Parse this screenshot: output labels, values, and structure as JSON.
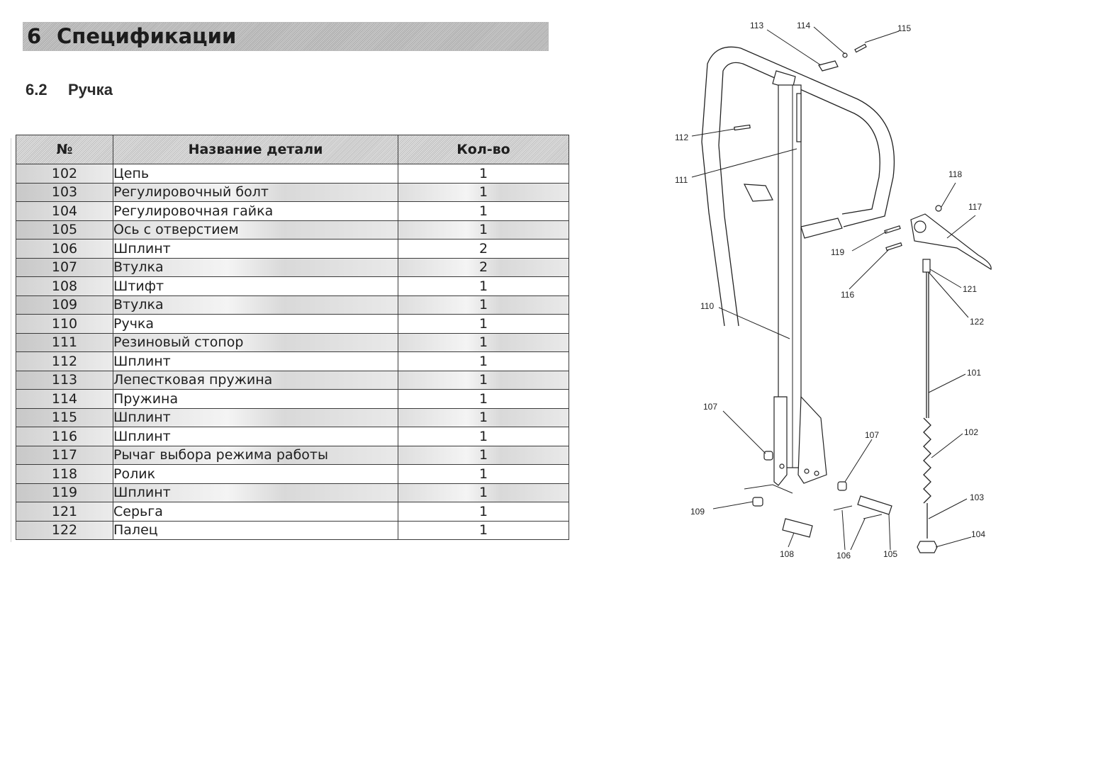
{
  "section": {
    "number": "6",
    "title": "Спецификации"
  },
  "subsection": {
    "number": "6.2",
    "title": "Ручка"
  },
  "table": {
    "headers": [
      "№",
      "Название детали",
      "Кол-во"
    ],
    "rows": [
      {
        "no": "102",
        "name": "Цепь",
        "qty": "1"
      },
      {
        "no": "103",
        "name": "Регулировочный болт",
        "qty": "1"
      },
      {
        "no": "104",
        "name": "Регулировочная гайка",
        "qty": "1"
      },
      {
        "no": "105",
        "name": "Ось с отверстием",
        "qty": "1"
      },
      {
        "no": "106",
        "name": "Шплинт",
        "qty": "2"
      },
      {
        "no": "107",
        "name": "Втулка",
        "qty": "2"
      },
      {
        "no": "108",
        "name": "Штифт",
        "qty": "1"
      },
      {
        "no": "109",
        "name": "Втулка",
        "qty": "1"
      },
      {
        "no": "110",
        "name": "Ручка",
        "qty": "1"
      },
      {
        "no": "111",
        "name": "Резиновый стопор",
        "qty": "1"
      },
      {
        "no": "112",
        "name": "Шплинт",
        "qty": "1"
      },
      {
        "no": "113",
        "name": "Лепестковая пружина",
        "qty": "1"
      },
      {
        "no": "114",
        "name": "Пружина",
        "qty": "1"
      },
      {
        "no": "115",
        "name": "Шплинт",
        "qty": "1"
      },
      {
        "no": "116",
        "name": "Шплинт",
        "qty": "1"
      },
      {
        "no": "117",
        "name": "Рычаг выбора режима работы",
        "qty": "1"
      },
      {
        "no": "118",
        "name": "Ролик",
        "qty": "1"
      },
      {
        "no": "119",
        "name": "Шплинт",
        "qty": "1"
      },
      {
        "no": "121",
        "name": "Серьга",
        "qty": "1"
      },
      {
        "no": "122",
        "name": "Палец",
        "qty": "1"
      }
    ]
  },
  "diagram": {
    "labels": {
      "l113": "113",
      "l114": "114",
      "l115": "115",
      "l112": "112",
      "l111": "111",
      "l118": "118",
      "l117": "117",
      "l119": "119",
      "l116": "116",
      "l121": "121",
      "l122": "122",
      "l110": "110",
      "l101": "101",
      "l107a": "107",
      "l107b": "107",
      "l102": "102",
      "l109": "109",
      "l103": "103",
      "l104": "104",
      "l108": "108",
      "l106": "106",
      "l105": "105"
    }
  }
}
